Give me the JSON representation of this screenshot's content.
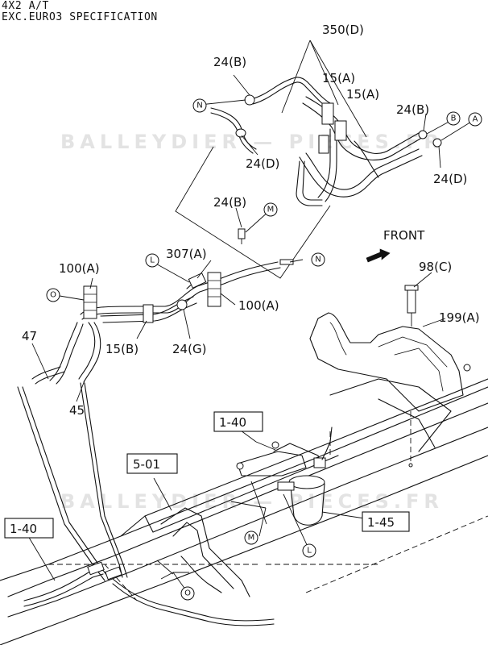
{
  "header": {
    "line1": "4X2  A/T",
    "line2": "EXC.EURO3 SPECIFICATION"
  },
  "watermark": {
    "text": "BALLEYDIER — PIECES.FR"
  },
  "front_label": "FRONT",
  "callouts": {
    "part_350d": "350(D)",
    "part_24b_top": "24(B)",
    "part_15a_left": "15(A)",
    "part_15a_right": "15(A)",
    "part_24b_right": "24(B)",
    "part_24d_left": "24(D)",
    "part_24d_right": "24(D)",
    "part_24b_mid": "24(B)",
    "part_307a": "307(A)",
    "part_100a_left": "100(A)",
    "part_100a_right": "100(A)",
    "part_98c": "98(C)",
    "part_199a": "199(A)",
    "part_47": "47",
    "part_15b": "15(B)",
    "part_24g": "24(G)",
    "part_45": "45"
  },
  "ref_boxes": {
    "ref_1_40_top": "1-40",
    "ref_5_01": "5-01",
    "ref_1_40_left": "1-40",
    "ref_1_45": "1-45"
  },
  "connectors": {
    "n_top": "N",
    "b_right": "B",
    "a_right": "A",
    "m_mid": "M",
    "l_mid": "L",
    "n_mid": "N",
    "o_left": "O",
    "m_bottom": "M",
    "l_bottom": "L",
    "o_bottom": "O"
  }
}
